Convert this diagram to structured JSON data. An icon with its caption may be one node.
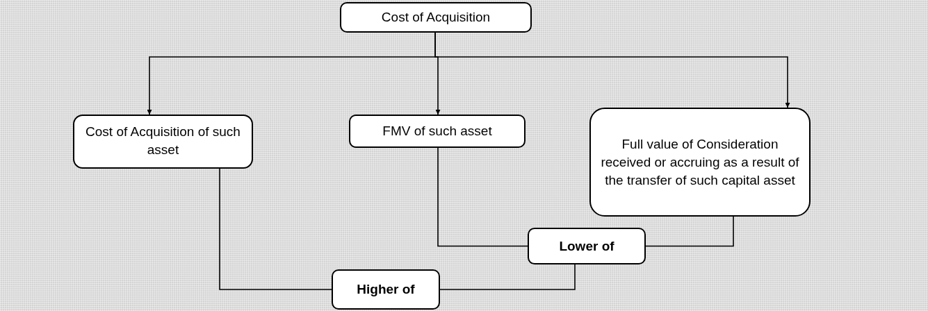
{
  "diagram": {
    "nodes": [
      {
        "text": [
          "Cost of Acquisition"
        ]
      },
      {
        "text": [
          "Cost of Acquisition of such asset"
        ]
      },
      {
        "text": [
          "FMV of such asset"
        ]
      },
      {
        "text": [
          "Full value of Consideration received or accruing as a result of the transfer of such capital asset"
        ]
      },
      {
        "text": [
          "Lower of"
        ]
      },
      {
        "text": [
          "Higher of"
        ]
      }
    ],
    "edges": [
      {
        "from": 0,
        "to": 1,
        "arrow": "to"
      },
      {
        "from": 0,
        "to": 2,
        "arrow": "to"
      },
      {
        "from": 0,
        "to": 3,
        "arrow": "to"
      },
      {
        "from": 1,
        "to": 5,
        "arrow": "none"
      },
      {
        "from": 2,
        "to": 4,
        "arrow": "none"
      },
      {
        "from": 3,
        "to": 4,
        "arrow": "none"
      },
      {
        "from": 4,
        "to": 5,
        "arrow": "none"
      }
    ]
  }
}
